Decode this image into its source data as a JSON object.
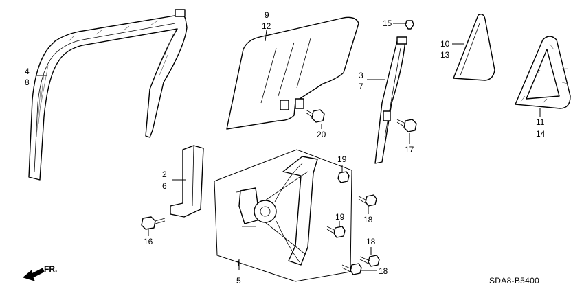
{
  "labels": {
    "p4": "4",
    "p8": "8",
    "p9": "9",
    "p12": "12",
    "p15": "15",
    "p3": "3",
    "p7": "7",
    "p10": "10",
    "p13": "13",
    "p11": "11",
    "p14": "14",
    "p20": "20",
    "p17": "17",
    "p2": "2",
    "p6": "6",
    "p16": "16",
    "p19a": "19",
    "p18a": "18",
    "p19b": "19",
    "p18b": "18",
    "p18c": "18",
    "p1": "1",
    "p5": "5"
  },
  "front_marker": "FR.",
  "diagram_code": "SDA8-B5400"
}
